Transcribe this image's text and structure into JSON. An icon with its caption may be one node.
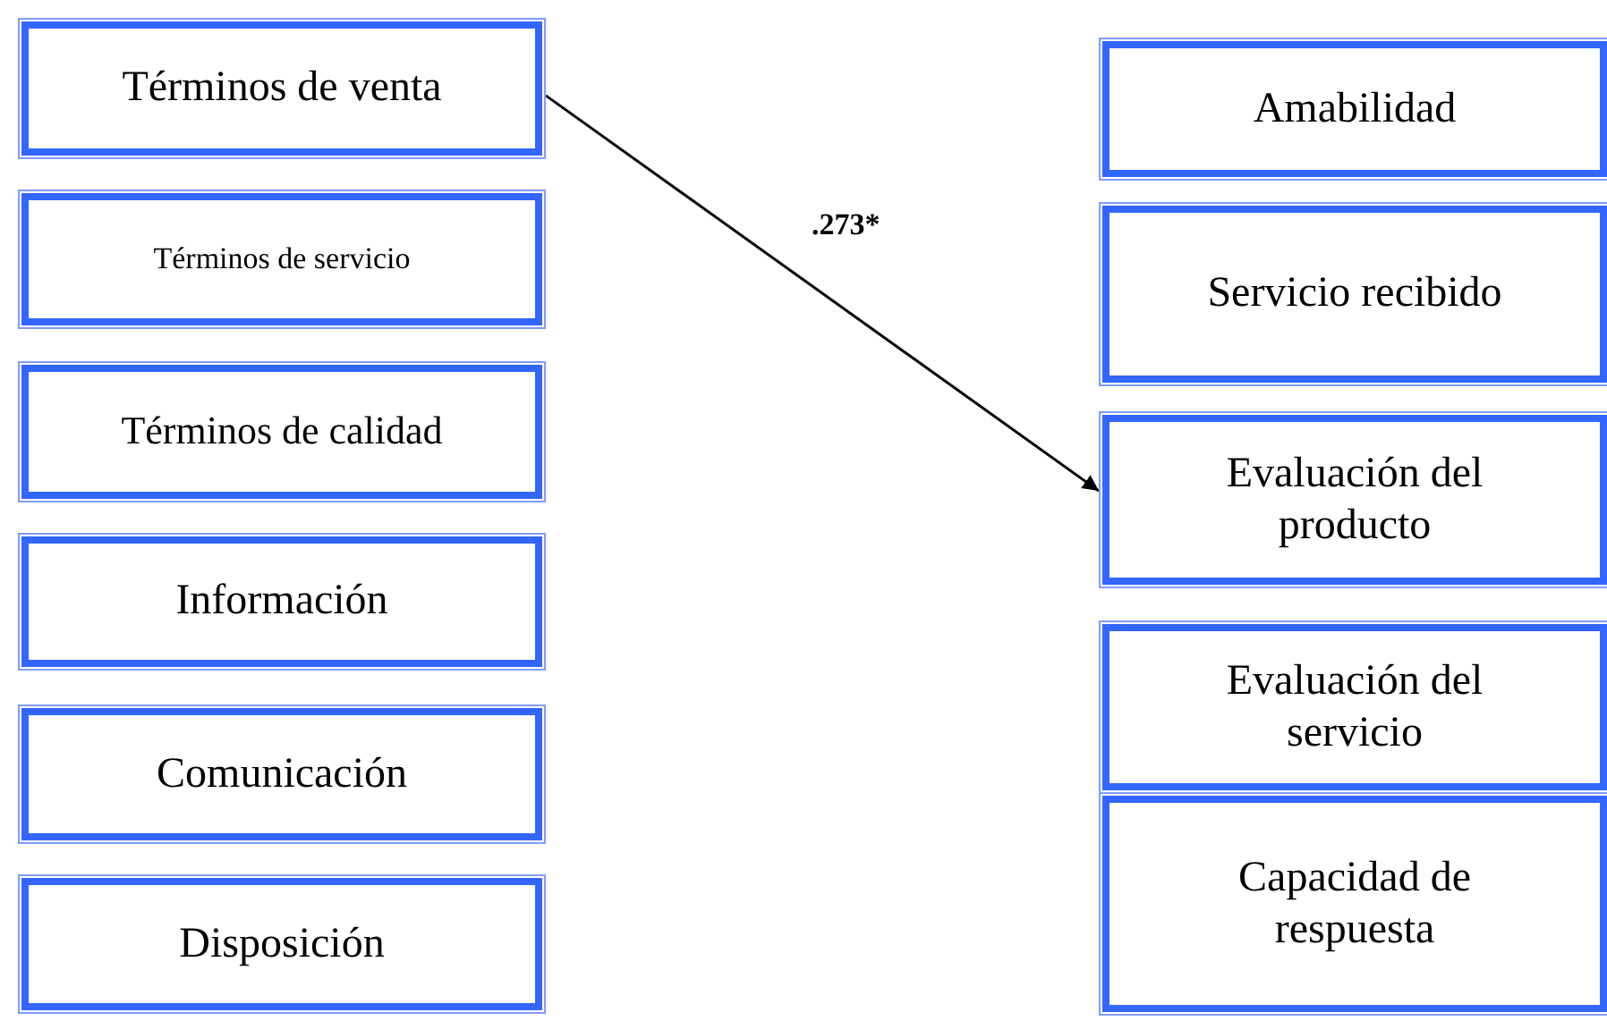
{
  "diagram": {
    "nodes": [
      {
        "text": [
          "Términos de venta"
        ]
      },
      {
        "text": [
          "Términos de servicio"
        ]
      },
      {
        "text": [
          "Términos de calidad"
        ]
      },
      {
        "text": [
          "Información"
        ]
      },
      {
        "text": [
          "Comunicación"
        ]
      },
      {
        "text": [
          "Disposición"
        ]
      },
      {
        "text": [
          "Amabilidad"
        ]
      },
      {
        "text": [
          "Servicio recibido"
        ]
      },
      {
        "text": [
          "Evaluación del producto"
        ]
      },
      {
        "text": [
          "Evaluación del servicio"
        ]
      },
      {
        "text": [
          "Capacidad de respuesta"
        ]
      }
    ],
    "edges": [
      {
        "from": 0,
        "to": 8,
        "arrow": "to",
        "label": ".273*"
      }
    ]
  }
}
